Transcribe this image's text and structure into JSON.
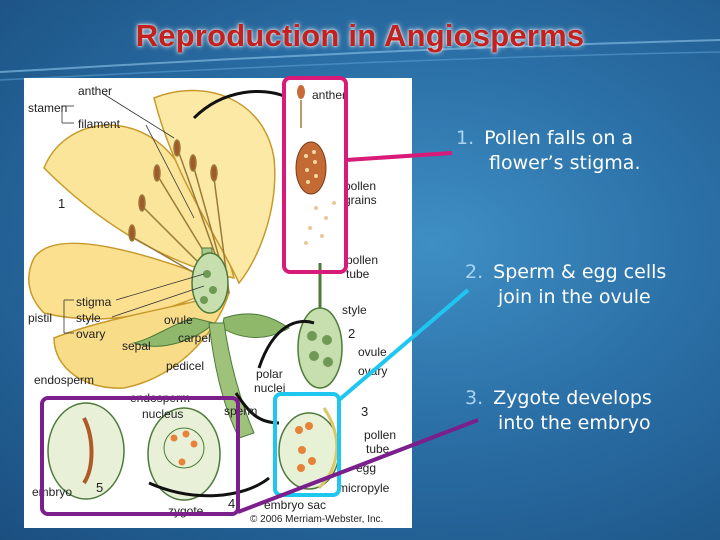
{
  "slide": {
    "title": "Reproduction in Angiosperms",
    "steps": [
      {
        "number": "1.",
        "line1": "Pollen falls on a",
        "line2": "flower’s stigma."
      },
      {
        "number": "2.",
        "line1": "Sperm & egg cells",
        "line2": "join in the ovule"
      },
      {
        "number": "3.",
        "line1": "Zygote develops",
        "line2": "into the embryo"
      }
    ]
  },
  "diagram": {
    "labels": {
      "stamen": "stamen",
      "anther": "anther",
      "filament": "filament",
      "anther_detail": "anther",
      "pollen_grains_1": "pollen",
      "pollen_grains_2": "grains",
      "pollen_tube_1": "pollen",
      "pollen_tube_2": "tube",
      "style_right": "style",
      "stigma": "stigma",
      "pistil": "pistil",
      "style_left": "style",
      "ovary_left": "ovary",
      "ovule_mid": "ovule",
      "sepal": "sepal",
      "carpel": "carpel",
      "pedicel": "pedicel",
      "ovule_right": "ovule",
      "ovary_right": "ovary",
      "polar_nuclei_1": "polar",
      "polar_nuclei_2": "nuclei",
      "endosperm": "endosperm",
      "endosperm_nucleus_1": "endosperm",
      "endosperm_nucleus_2": "nucleus",
      "sperm": "sperm",
      "pollen_tube_b1": "pollen",
      "pollen_tube_b2": "tube",
      "egg": "egg",
      "micropyle": "micropyle",
      "embryo_sac": "embryo sac",
      "embryo": "embryo",
      "zygote": "zygote",
      "n1": "1",
      "n2": "2",
      "n3": "3",
      "n4": "4",
      "n5": "5",
      "copyright": "© 2006 Merriam-Webster, Inc."
    }
  },
  "colors": {
    "title": "#c4201e",
    "highlight_magenta": "#d81b78",
    "highlight_cyan": "#1ec6f0",
    "highlight_purple": "#7b1f8c",
    "step_number": "#a9d4f2",
    "petal": "#fbe59a"
  }
}
